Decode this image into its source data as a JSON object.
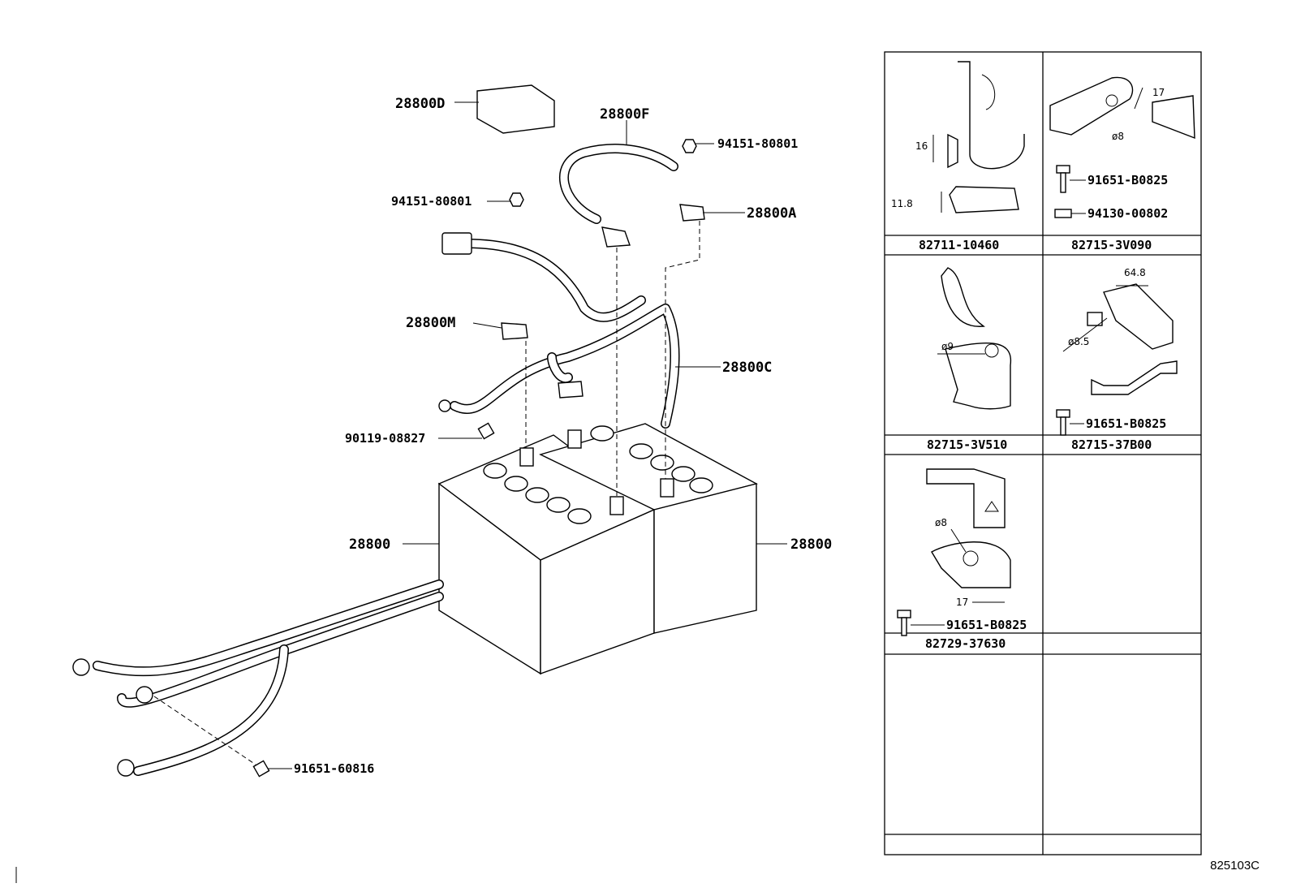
{
  "main_labels": {
    "l_28800D": "28800D",
    "l_28800F": "28800F",
    "l_94151_a": "94151-80801",
    "l_94151_b": "94151-80801",
    "l_28800A": "28800A",
    "l_28800M": "28800M",
    "l_28800C": "28800C",
    "l_90119": "90119-08827",
    "l_28800_left": "28800",
    "l_28800_right": "28800",
    "l_91651_60816": "91651-60816"
  },
  "inset": {
    "c1_part": "82711-10460",
    "c1_dim_a": "16",
    "c1_dim_b": "11.8",
    "c2_part": "82715-3V090",
    "c2_dim": "17",
    "c2_hole": "ø8",
    "c2_bolt": "91651-B0825",
    "c2_nut": "94130-00802",
    "c3_part": "82715-3V510",
    "c3_hole": "ø9",
    "c4_part": "82715-37B00",
    "c4_dim": "64.8",
    "c4_hole": "ø8.5",
    "c4_bolt": "91651-B0825",
    "c5_part": "82729-37630",
    "c5_hole": "ø8",
    "c5_dim": "17",
    "c5_bolt": "91651-B0825"
  },
  "figure_code": "825103C"
}
